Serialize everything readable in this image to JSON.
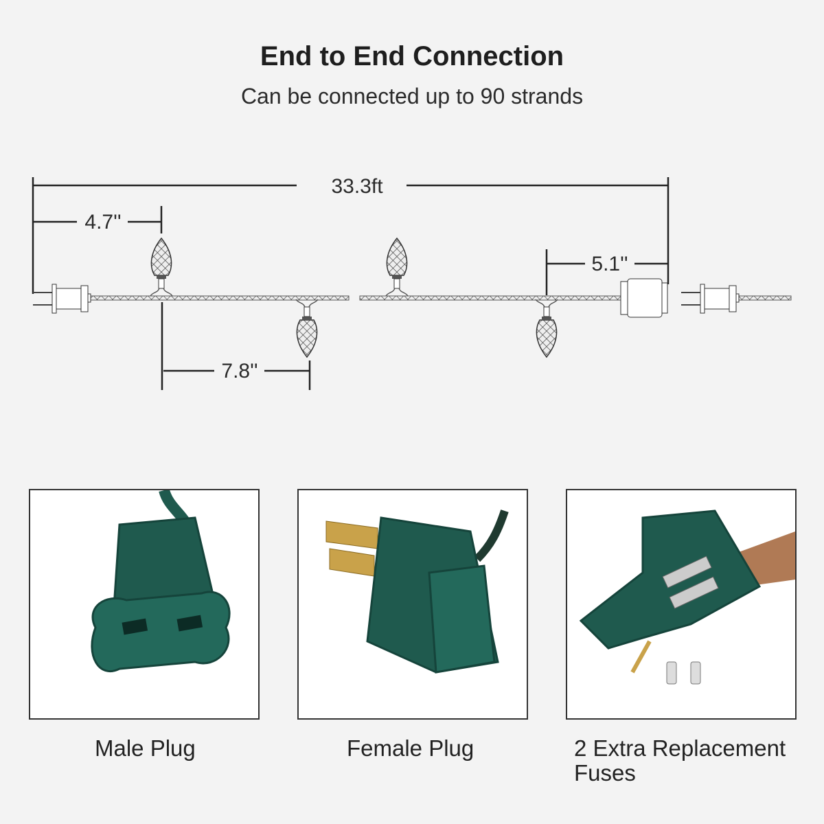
{
  "header": {
    "title": "End to End Connection",
    "subtitle": "Can be connected up to 90 strands"
  },
  "dimensions": {
    "total_length": "33.3ft",
    "lead_male": "4.7''",
    "bulb_spacing": "7.8''",
    "lead_female": "5.1''"
  },
  "panels": [
    {
      "caption": "Male Plug",
      "icon": "male-plug-photo"
    },
    {
      "caption": "Female Plug",
      "icon": "female-plug-photo"
    },
    {
      "caption_line1": "2 Extra Replacement",
      "caption_line2": "Fuses",
      "icon": "fuses-photo"
    }
  ],
  "colors": {
    "background": "#f3f3f3",
    "plug_green": "#1f5a4e",
    "line": "#222222"
  }
}
